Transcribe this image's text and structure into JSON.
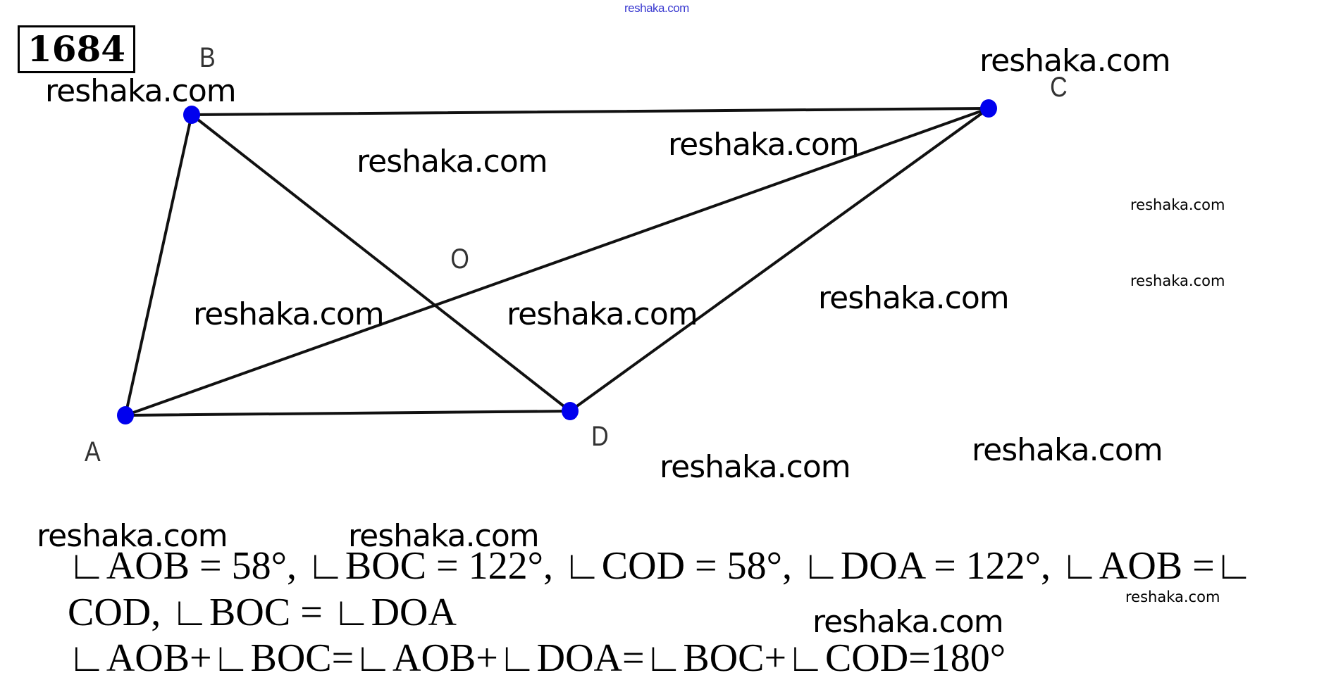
{
  "problem": {
    "number": "1684"
  },
  "figure": {
    "points": [
      {
        "id": "A",
        "label": "A"
      },
      {
        "id": "B",
        "label": "B"
      },
      {
        "id": "C",
        "label": "C"
      },
      {
        "id": "D",
        "label": "D"
      },
      {
        "id": "O",
        "label": "O"
      }
    ],
    "segments": [
      "AB",
      "BC",
      "CD",
      "DA",
      "AC",
      "BD"
    ],
    "point_color": "#0000ee",
    "line_color": "#111111"
  },
  "watermarks": {
    "top": "reshaka.com",
    "text": "reshaka.com"
  },
  "solution": {
    "line1": "∟AOB = 58°, ∟BOC = 122°, ∟COD = 58°, ∟DOA = 122°, ∟AOB =∟",
    "line2": "COD, ∟BOC = ∟DOA",
    "line3": "∟AOB+∟BOC=∟AOB+∟DOA=∟BOC+∟COD=180°"
  }
}
